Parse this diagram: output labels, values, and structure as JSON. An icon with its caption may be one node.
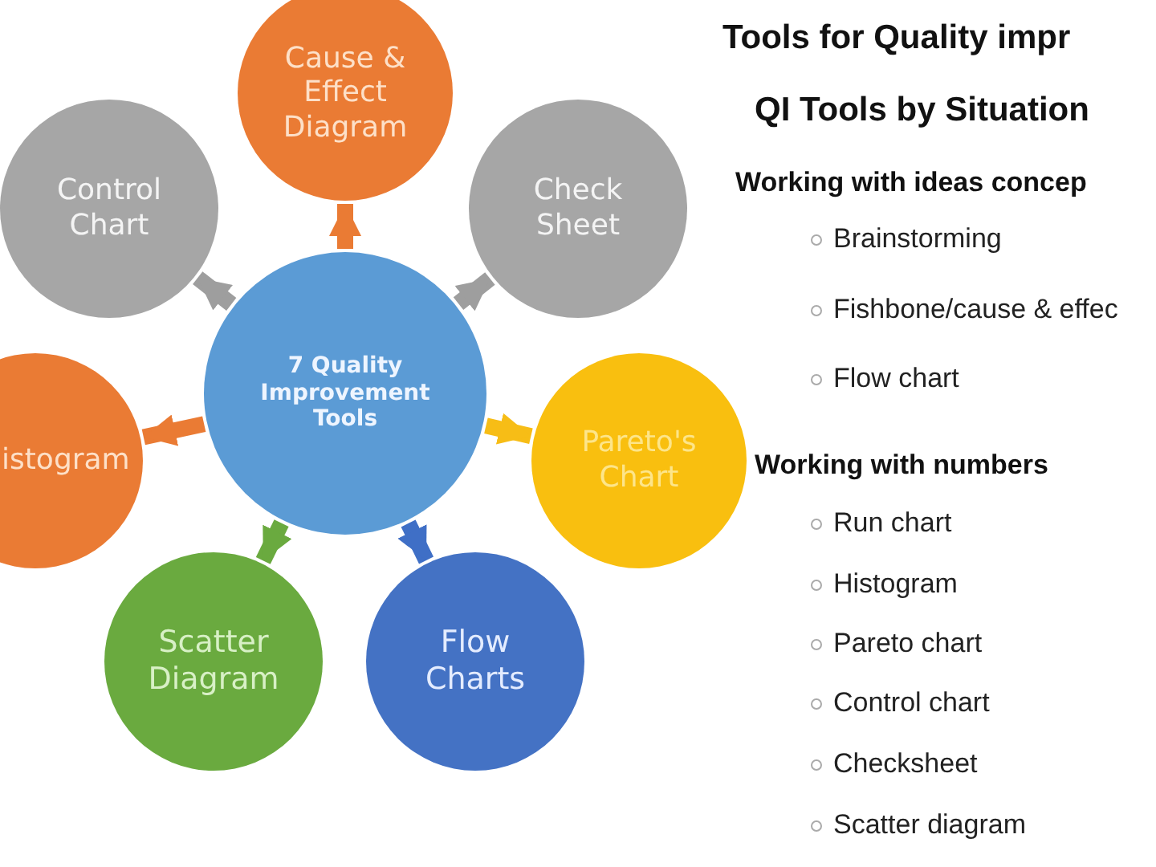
{
  "diagram": {
    "title": "Tools for Quality impr",
    "nodes": [
      {
        "text": [
          "7 Quality Improvement Tools"
        ]
      },
      {
        "text": [
          "Cause & Effect Diagram"
        ]
      },
      {
        "text": [
          "Check Sheet"
        ]
      },
      {
        "text": [
          "Pareto's Chart"
        ]
      },
      {
        "text": [
          "Flow Charts"
        ]
      },
      {
        "text": [
          "Scatter Diagram"
        ]
      },
      {
        "text": [
          "istogram"
        ]
      },
      {
        "text": [
          "Control Chart"
        ]
      }
    ],
    "edges": [
      {
        "from": 0,
        "to": 1,
        "arrow": "to",
        "color": "#ea7b34"
      },
      {
        "from": 0,
        "to": 2,
        "arrow": "to",
        "color": "#9e9e9e"
      },
      {
        "from": 0,
        "to": 3,
        "arrow": "to",
        "color": "#f7bd16"
      },
      {
        "from": 0,
        "to": 4,
        "arrow": "to",
        "color": "#3f6fc6"
      },
      {
        "from": 0,
        "to": 5,
        "arrow": "to",
        "color": "#6aaa3f"
      },
      {
        "from": 0,
        "to": 6,
        "arrow": "to",
        "color": "#ea7b34"
      },
      {
        "from": 0,
        "to": 7,
        "arrow": "to",
        "color": "#9e9e9e"
      }
    ],
    "labels": [
      "QI Tools by Situation",
      "Working with ideas concep",
      "Brainstorming",
      "Fishbone/cause & effec",
      "Flow chart",
      "Working with numbers",
      "Run chart",
      "Histogram",
      "Pareto chart",
      "Control chart",
      "Checksheet",
      "Scatter diagram"
    ]
  }
}
